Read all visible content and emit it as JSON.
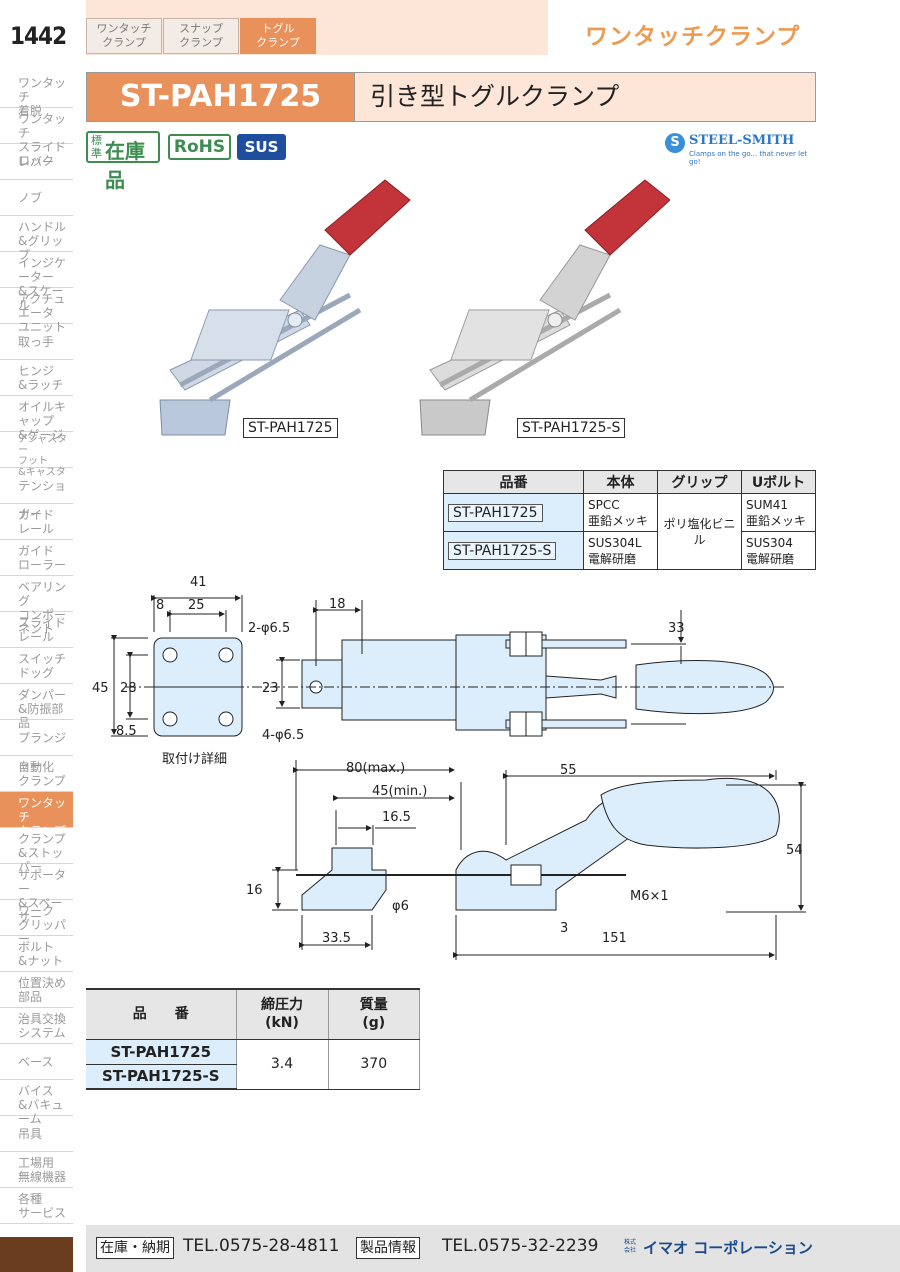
{
  "page_number": "1442",
  "top_tabs": [
    {
      "l1": "ワンタッチ",
      "l2": "クランプ"
    },
    {
      "l1": "スナップ",
      "l2": "クランプ"
    },
    {
      "l1": "トグル",
      "l2": "クランプ"
    }
  ],
  "header_title": "ワンタッチクランプ",
  "sidebar": [
    "ワンタッチ 着脱",
    "ワンタッチ スライドロック",
    "レバー",
    "ノブ",
    "ハンドル &グリップ",
    "インジケーター &スケール",
    "アクチュエータ ユニット",
    "取っ手",
    "ヒンジ &ラッチ",
    "オイルキャップ &ゲージ",
    "アジャスター フット &キャスタ",
    "テンショナー",
    "ガイド レール",
    "ガイド ローラー",
    "ベアリング コンポーネント",
    "スライド レール",
    "スイッチ ドッグ",
    "ダンパー &防振部品",
    "プランジャー",
    "自動化 クランプ",
    "ワンタッチ クランプ",
    "クランプ &ストッパー",
    "サポーター &スペーサー",
    "ワーク グリッパー",
    "ボルト &ナット",
    "位置決め 部品",
    "治具交換 システム",
    "ベース",
    "バイス &バキューム",
    "吊具",
    "工場用 無線機器",
    "各種 サービス"
  ],
  "product": {
    "code": "ST-PAH1725",
    "name": "引き型トグルクランプ"
  },
  "badges": {
    "stock_small": "標準",
    "stock_main": "在庫品",
    "rohs": "RoHS",
    "sus": "SUS"
  },
  "logo": {
    "name": "STEEL-SMITH",
    "tagline": "Clamps on the go... that never let go!"
  },
  "image_labels": [
    "ST-PAH1725",
    "ST-PAH1725-S"
  ],
  "spec_table": {
    "headers": [
      "品番",
      "本体",
      "グリップ",
      "Uボルト"
    ],
    "rows": [
      {
        "code": "ST-PAH1725",
        "body": "SPCC 亜鉛メッキ",
        "bolt": "SUM41 亜鉛メッキ"
      },
      {
        "code": "ST-PAH1725-S",
        "body": "SUS304L 電解研磨",
        "bolt": "SUS304 電解研磨"
      }
    ],
    "grip": "ポリ塩化ビニル"
  },
  "drawing": {
    "mount_caption": "取付け詳細",
    "dims": {
      "d41": "41",
      "d8": "8",
      "d25": "25",
      "d45": "45",
      "d28": "28",
      "d85": "8.5",
      "hole2": "2-φ6.5",
      "hole4": "4-φ6.5",
      "d18": "18",
      "d23": "23",
      "d33": "33",
      "d80": "80(max.)",
      "d45min": "45(min.)",
      "d165": "16.5",
      "d55": "55",
      "d54": "54",
      "d16": "16",
      "d6": "φ6",
      "m6": "M6×1",
      "d3": "3",
      "d335": "33.5",
      "d151": "151"
    }
  },
  "perf_table": {
    "h1": "品　　番",
    "h2a": "締圧力",
    "h2b": "(kN)",
    "h3a": "質量",
    "h3b": "(g)",
    "codes": [
      "ST-PAH1725",
      "ST-PAH1725-S"
    ],
    "force": "3.4",
    "mass": "370"
  },
  "footer": {
    "label1": "在庫・納期",
    "tel1": "TEL.0575-28-4811",
    "label2": "製品情報",
    "tel2": "TEL.0575-32-2239",
    "company_prefix": "株式会社",
    "company": "イマオ コーポレーション"
  }
}
